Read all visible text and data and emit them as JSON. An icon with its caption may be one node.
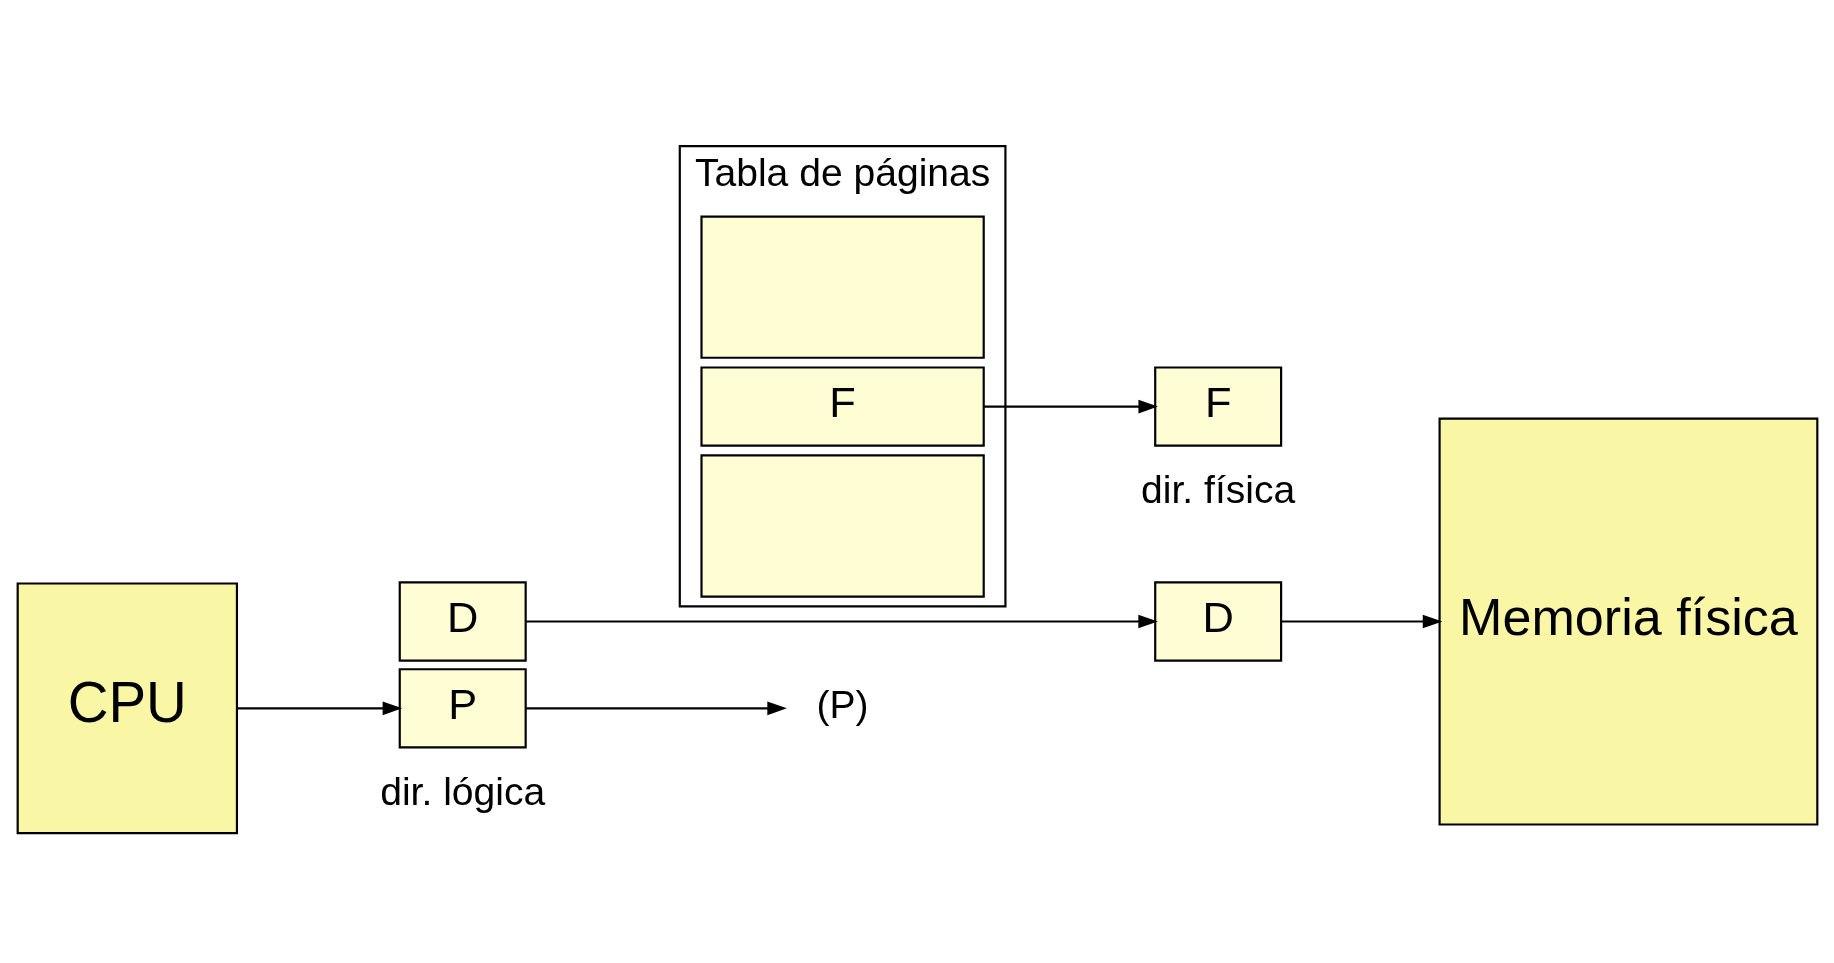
{
  "diagram": {
    "nodes": [
      {
        "text": [
          "CPU"
        ]
      },
      {
        "text": [
          "P"
        ]
      },
      {
        "text": [
          "D"
        ]
      },
      {
        "text": [
          "Tabla de páginas"
        ]
      },
      {
        "text": [],
        "shape": "box",
        "in": 3
      },
      {
        "text": [
          "F"
        ],
        "in": 3
      },
      {
        "text": [],
        "shape": "box",
        "in": 3
      },
      {
        "text": [
          "(P)"
        ]
      },
      {
        "text": [
          "F"
        ]
      },
      {
        "text": [
          "D"
        ]
      },
      {
        "text": [
          "Memoria física"
        ]
      }
    ],
    "edges": [
      {
        "from": 0,
        "to": 1,
        "arrow": "to"
      },
      {
        "from": 1,
        "to": 7,
        "arrow": "to"
      },
      {
        "from": 5,
        "to": 8,
        "arrow": "to"
      },
      {
        "from": 2,
        "to": 9,
        "arrow": "to"
      },
      {
        "from": 9,
        "to": 10,
        "arrow": "to"
      }
    ],
    "labels": [
      "dir. lógica",
      "dir. física"
    ]
  }
}
